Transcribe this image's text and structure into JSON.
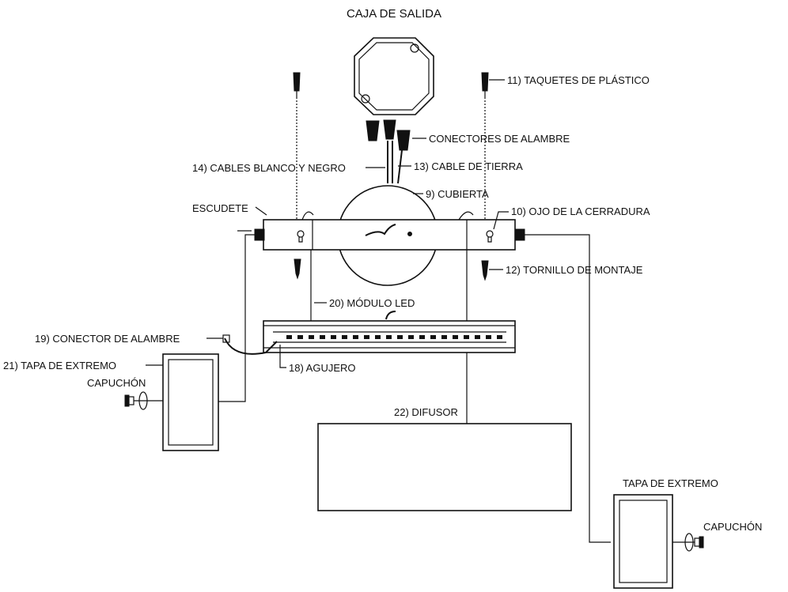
{
  "diagram": {
    "title": "CAJA DE SALIDA",
    "labels": {
      "taquetes": "11) TAQUETES DE PLÁSTICO",
      "conectores": "CONECTORES DE ALAMBRE",
      "cables_bn": "14) CABLES BLANCO Y NEGRO",
      "cable_tierra": "13) CABLE DE TIERRA",
      "cubierta": "9) CUBIERTA",
      "escudete": "ESCUDETE",
      "ojo": "10) OJO DE LA CERRADURA",
      "tornillo": "12) TORNILLO DE MONTAJE",
      "modulo": "20) MÓDULO LED",
      "conector_alambre": "19) CONECTOR DE ALAMBRE",
      "tapa_izq": "21) TAPA DE EXTREMO",
      "agujero": "18) AGUJERO",
      "capuchon_izq": "CAPUCHÓN",
      "difusor": "22) DIFUSOR",
      "tapa_der": "TAPA DE EXTREMO",
      "capuchon_der": "CAPUCHÓN"
    }
  }
}
